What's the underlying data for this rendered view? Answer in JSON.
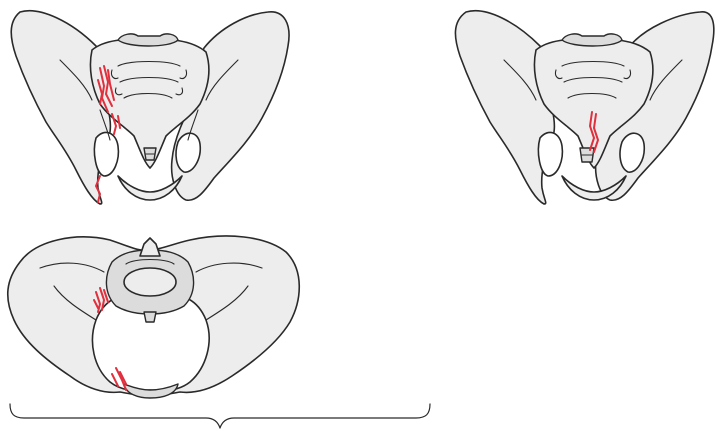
{
  "colors": {
    "bone_fill": "#ededed",
    "outline": "#2a2a2a",
    "fracture": "#e0303e",
    "background": "#ffffff"
  },
  "panels": [
    {
      "id": "pelvis-front-fracture-left",
      "fracture_side": "left"
    },
    {
      "id": "pelvis-front-fracture-sacral-right",
      "fracture_side": "right"
    },
    {
      "id": "pelvis-inlet-view-fracture-left",
      "fracture_side": "left"
    }
  ],
  "brace": {
    "spans": "left-column"
  }
}
